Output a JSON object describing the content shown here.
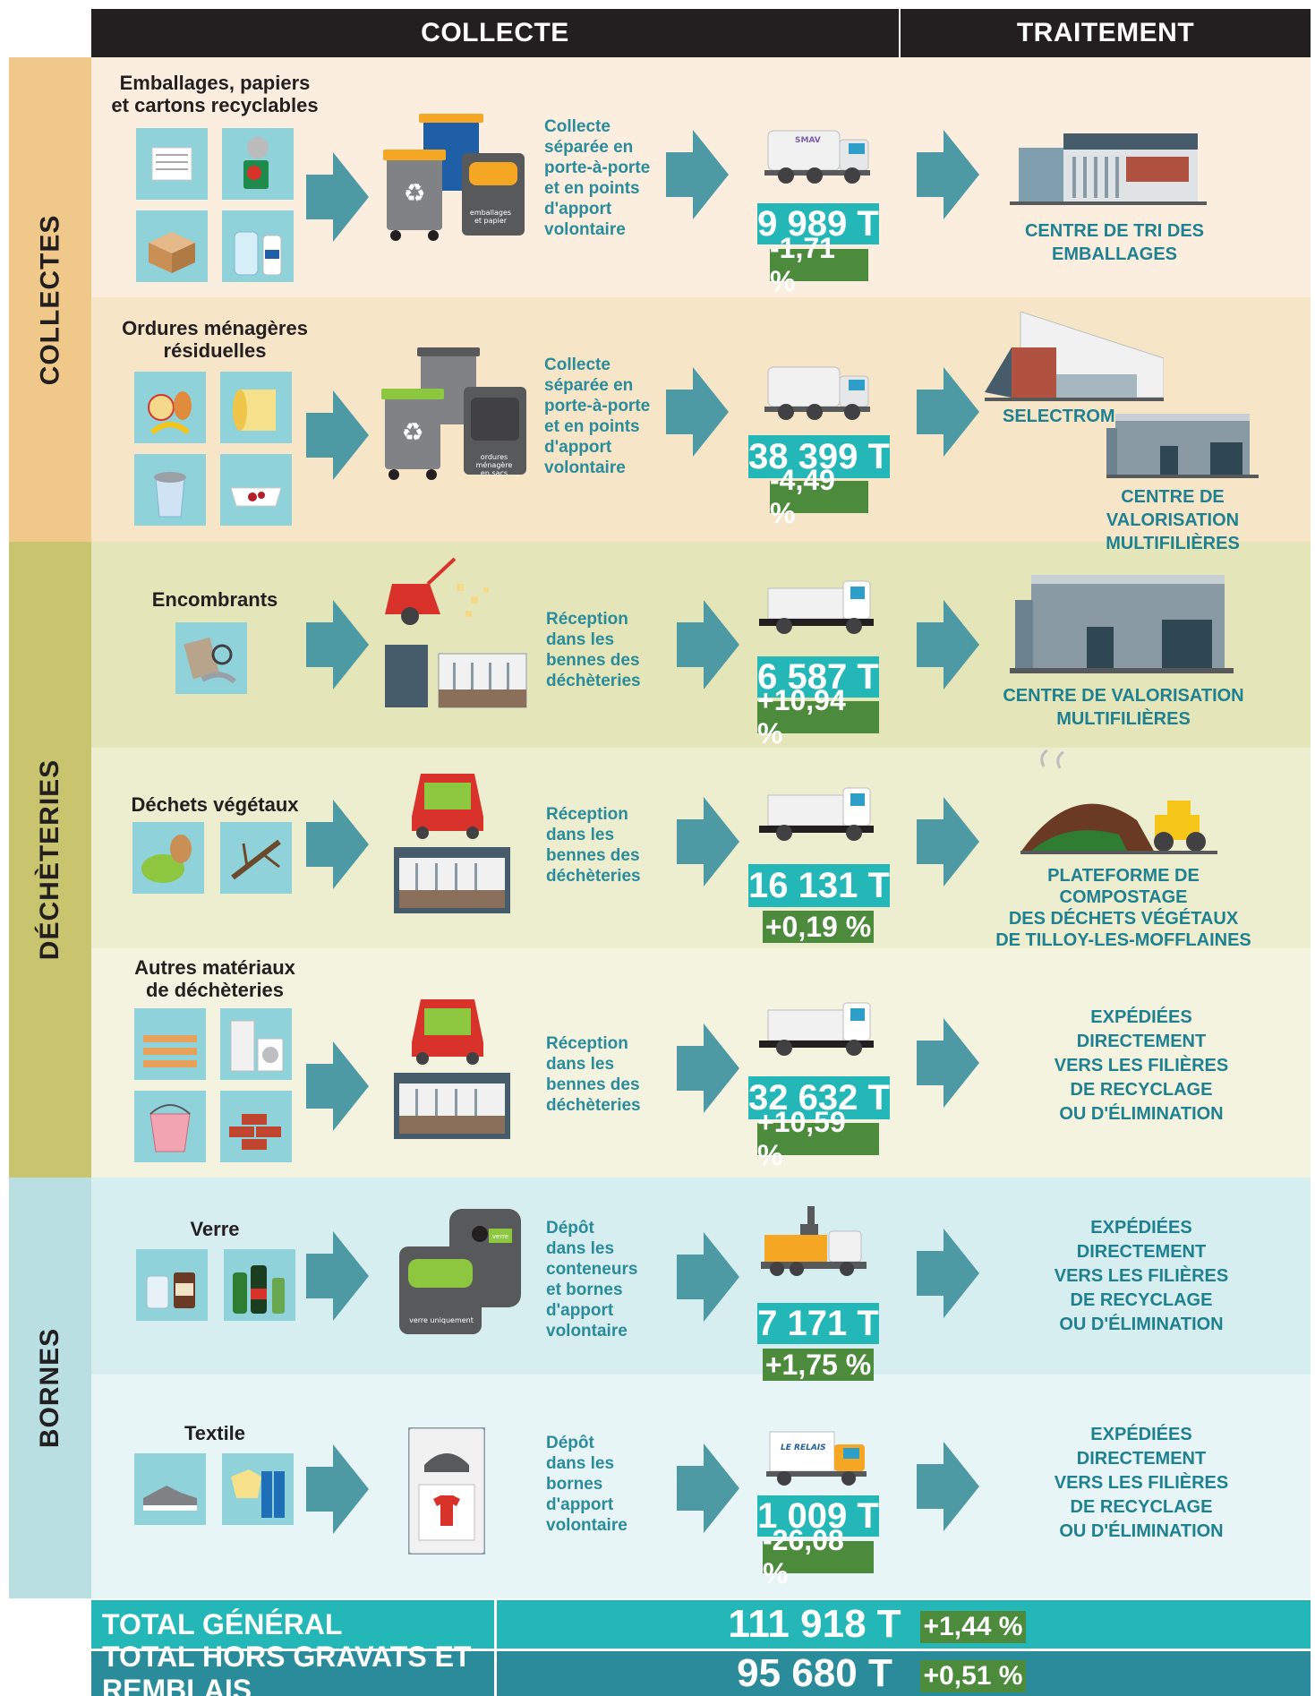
{
  "header": {
    "collecte": "COLLECTE",
    "traitement": "TRAITEMENT"
  },
  "bands": {
    "collectes": "COLLECTES",
    "decheteries": "DÉCHÈTERIES",
    "bornes": "BORNES"
  },
  "rows": [
    {
      "title": "Emballages, papiers\net cartons recyclables",
      "desc": "Collecte\nséparée en\nporte-à-porte\net en points\nd'apport\nvolontaire",
      "tonnage": "9 989 T",
      "pct": "-1,71 %",
      "dest": "CENTRE DE TRI DES EMBALLAGES",
      "bin_label": "emballages\net papier"
    },
    {
      "title": "Ordures ménagères\nrésiduelles",
      "desc": "Collecte\nséparée en\nporte-à-porte\net en points\nd'apport\nvolontaire",
      "tonnage": "38 399 T",
      "pct": "-4,49 %",
      "dest": "SELECTROM",
      "dest2": "CENTRE DE VALORISATION\nMULTIFILIÈRES",
      "bin_label": "ordures ménagère\nen sacs"
    },
    {
      "title": "Encombrants",
      "desc": "Réception\ndans les\nbennes des\ndéchèteries",
      "tonnage": "6 587 T",
      "pct": "+10,94 %",
      "dest": "CENTRE DE VALORISATION\nMULTIFILIÈRES"
    },
    {
      "title": "Déchets végétaux",
      "desc": "Réception\ndans les\nbennes des\ndéchèteries",
      "tonnage": "16 131 T",
      "pct": "+0,19 %",
      "dest": "PLATEFORME DE COMPOSTAGE\nDES DÉCHETS VÉGÉTAUX\nDE TILLOY-LES-MOFFLAINES"
    },
    {
      "title": "Autres matériaux\nde déchèteries",
      "desc": "Réception\ndans les\nbennes des\ndéchèteries",
      "tonnage": "32 632 T",
      "pct": "+10,59 %",
      "dest": "EXPÉDIÉES\nDIRECTEMENT\nVERS LES FILIÈRES\nDE RECYCLAGE\nOU D'ÉLIMINATION"
    },
    {
      "title": "Verre",
      "desc": "Dépôt\ndans les\nconteneurs\net bornes\nd'apport\nvolontaire",
      "tonnage": "7 171 T",
      "pct": "+1,75 %",
      "dest": "EXPÉDIÉES\nDIRECTEMENT\nVERS LES FILIÈRES\nDE RECYCLAGE\nOU D'ÉLIMINATION",
      "bin_label": "verre uniquement",
      "bin_tag": "verre"
    },
    {
      "title": "Textile",
      "desc": "Dépôt\ndans les\nbornes\nd'apport\nvolontaire",
      "tonnage": "1 009 T",
      "pct": "-26,08 %",
      "dest": "EXPÉDIÉES\nDIRECTEMENT\nVERS LES FILIÈRES\nDE RECYCLAGE\nOU D'ÉLIMINATION",
      "truck_label": "LE RELAIS"
    }
  ],
  "truck_logo": "SMAV",
  "totals": [
    {
      "label": "TOTAL GÉNÉRAL",
      "value": "111 918 T",
      "pct": "+1,44 %"
    },
    {
      "label": "TOTAL HORS GRAVATS ET REMBLAIS",
      "value": "95 680 T",
      "pct": "+0,51 %"
    }
  ],
  "colors": {
    "collectes_band": "#f0c98a",
    "decheteries_band": "#c9c46e",
    "bornes_band": "#b9dfe3",
    "row1_bg": "#fbeedf",
    "row2_bg": "#f7e5c8",
    "row3_bg": "#e4e5b9",
    "row4_bg": "#ededcf",
    "row5_bg": "#f3f3df",
    "row6_bg": "#d6eef0",
    "row7_bg": "#e7f5f6",
    "tonnage": "#23b7b7",
    "pct": "#4b8b3b",
    "arrow": "#4d9aa5"
  }
}
